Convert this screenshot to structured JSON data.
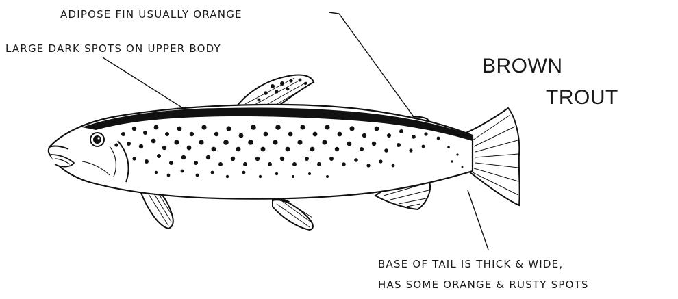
{
  "title": {
    "line1": "BROWN",
    "line2": "TROUT"
  },
  "labels": {
    "adipose_fin": "ADIPOSE FIN USUALLY ORANGE",
    "spots": "LARGE DARK SPOTS ON UPPER BODY",
    "tail_line1": "BASE OF TAIL IS THICK & WIDE,",
    "tail_line2": "HAS SOME ORANGE & RUSTY SPOTS"
  },
  "colors": {
    "ink": "#111111",
    "background": "#ffffff"
  }
}
